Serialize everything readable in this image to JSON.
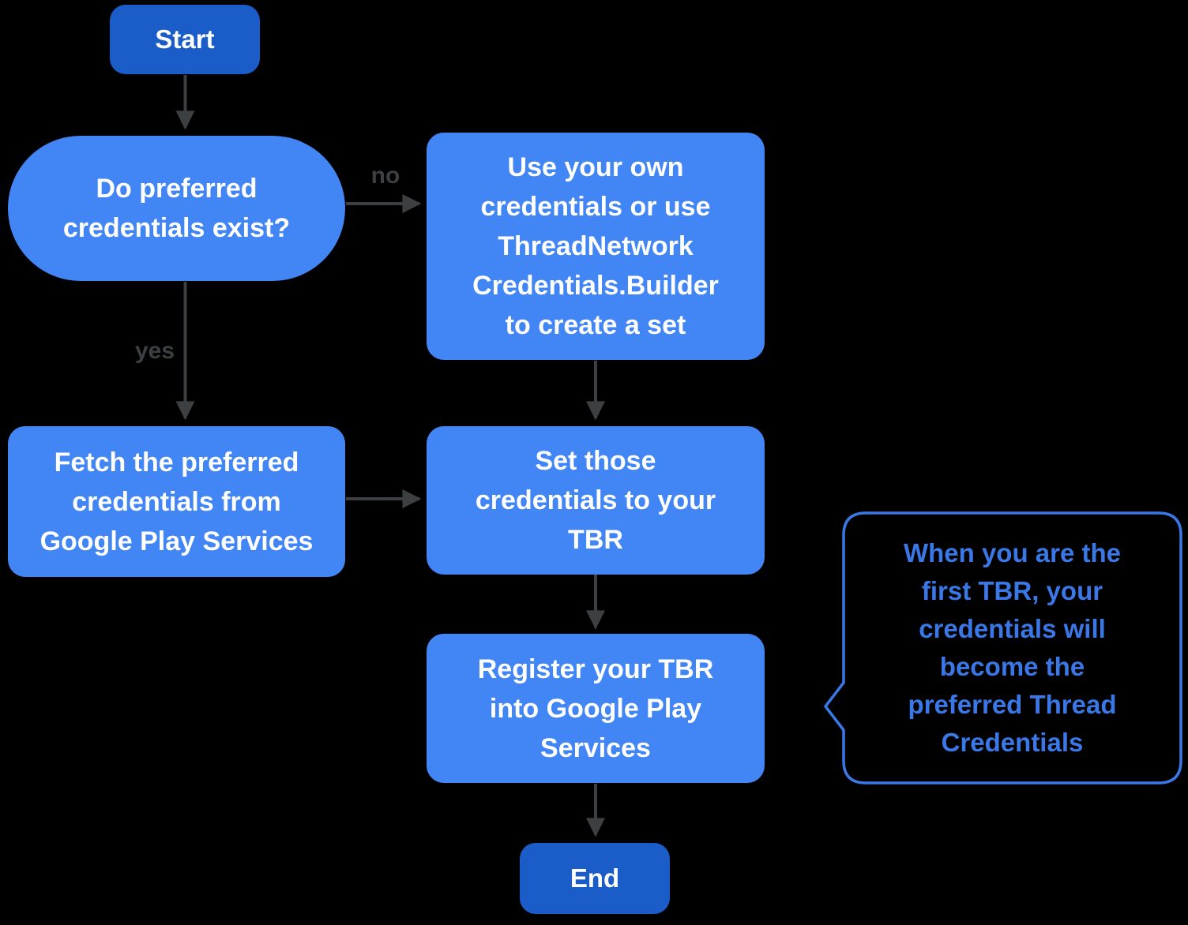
{
  "diagram": {
    "nodes": {
      "start": "Start",
      "decision": "Do preferred\ncredentials exist?",
      "use_own": "Use your own\ncredentials or use\nThreadNetwork\nCredentials.Builder\nto create a set",
      "fetch": "Fetch the preferred\ncredentials from\nGoogle Play Services",
      "set": "Set those\ncredentials to your\nTBR",
      "register": "Register your TBR\ninto Google Play\nServices",
      "end": "End"
    },
    "edge_labels": {
      "no": "no",
      "yes": "yes"
    },
    "callout": {
      "text": "When you are the\nfirst TBR, your\ncredentials will\nbecome the\npreferred Thread\nCredentials"
    },
    "colors": {
      "process_fill": "#4285F4",
      "terminal_fill": "#1A5CC8",
      "node_text": "#FFFFFF",
      "arrow": "#3C4043",
      "edge_label_text": "#3C4043",
      "callout_accent": "#3B78E7",
      "background": "#000000"
    }
  }
}
